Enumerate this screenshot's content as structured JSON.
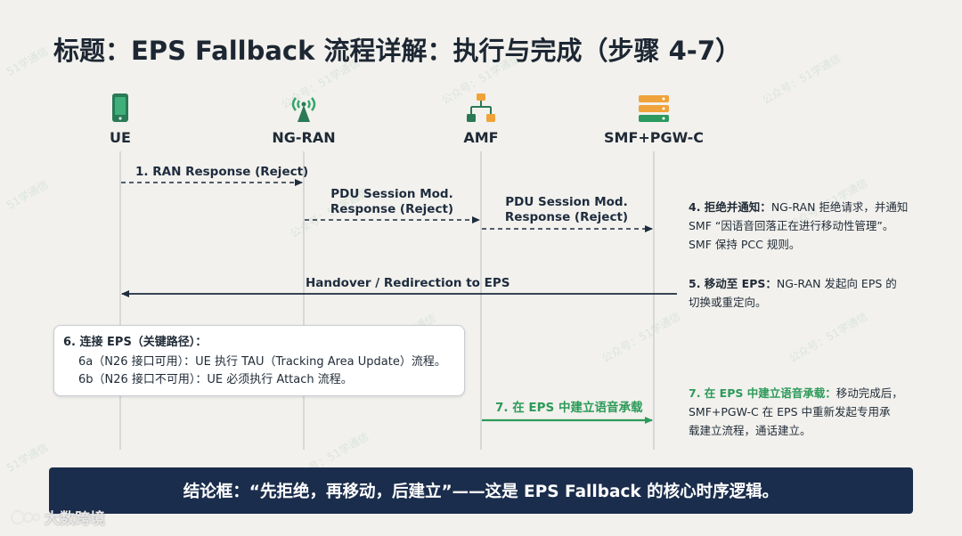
{
  "title": "标题：EPS Fallback 流程详解：执行与完成（步骤 4-7）",
  "actors": [
    {
      "name": "UE",
      "icon": "smartphone-icon"
    },
    {
      "name": "NG-RAN",
      "icon": "antenna-icon"
    },
    {
      "name": "AMF",
      "icon": "hierarchy-icon"
    },
    {
      "name": "SMF+PGW-C",
      "icon": "server-icon"
    }
  ],
  "messages": {
    "m1": "1. RAN Response (Reject)",
    "m2_line1": "PDU Session Mod.",
    "m2_line2": "Response (Reject)",
    "m3_line1": "PDU Session Mod.",
    "m3_line2": "Response (Reject)",
    "m4": "Handover / Redirection to EPS",
    "m5": "7. 在 EPS 中建立语音承载"
  },
  "notes": {
    "step4_title": "4. 拒绝并通知：",
    "step4_l1": "NG-RAN 拒绝请求，并通知",
    "step4_l2": "SMF “因语音回落正在进行移动性管理”。",
    "step4_l3": "SMF 保持 PCC 规则。",
    "step5_title": "5. 移动至 EPS：",
    "step5_l1": "NG-RAN 发起向 EPS 的",
    "step5_l2": "切换或重定向。",
    "step7_title": "7. 在 EPS 中建立语音承载：",
    "step7_l1": "移动完成后，",
    "step7_l2": "SMF+PGW-C 在 EPS 中重新发起专用承",
    "step7_l3": "载建立流程，通话建立。"
  },
  "box": {
    "head": "6. 连接 EPS（关键路径）：",
    "line_a": "6a（N26 接口可用）：UE 执行 TAU（Tracking Area Update）流程。",
    "line_b": "6b（N26 接口不可用）：UE 必须执行 Attach 流程。"
  },
  "conclusion": "结论框：“先拒绝，再移动，后建立”——这是 EPS Fallback 的核心时序逻辑。",
  "watermark": [
    "51学通信",
    "公众号：51学通信"
  ],
  "brand": "大数跨境",
  "colors": {
    "accent_green": "#2c9a59",
    "navy": "#1b2d4c",
    "arrow": "#1e2c3e",
    "background": "#f2f1ed"
  }
}
